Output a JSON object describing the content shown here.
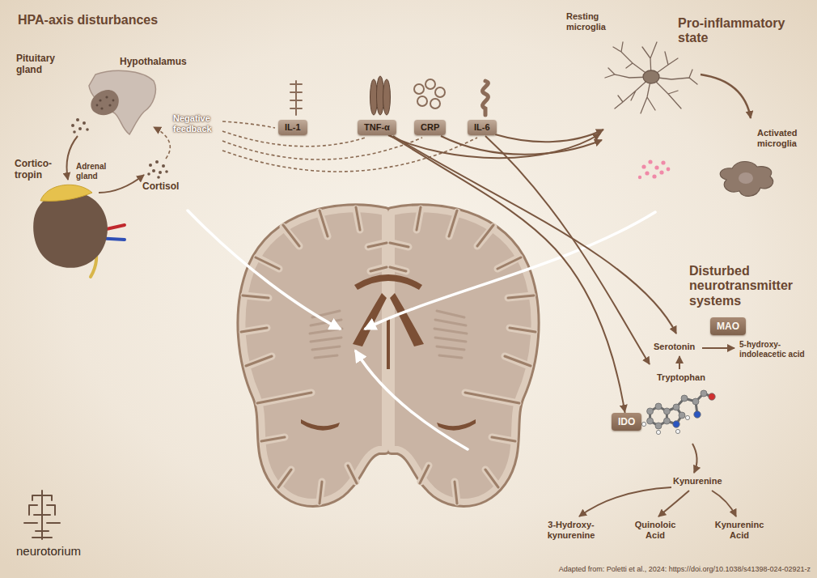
{
  "diagram": {
    "nodes": [
      {
        "text": [
          "IL-1"
        ]
      },
      {
        "text": [
          "TNF-α"
        ]
      },
      {
        "text": [
          "CRP"
        ]
      },
      {
        "text": [
          "IL-6"
        ]
      },
      {
        "text": [
          "MAO"
        ]
      },
      {
        "text": [
          "IDO"
        ]
      }
    ],
    "edges": [
      {
        "from": 1,
        "to": 5,
        "arrow": "to"
      }
    ],
    "labels": [
      "HPA-axis disturbances",
      "Pituitary gland",
      "Hypothalamus",
      "Negative feedback",
      "Cortico-tropin",
      "Adrenal gland",
      "Cortisol",
      "Pro-inflammatory state",
      "Resting microglia",
      "Activated microglia",
      "Disturbed neurotransmitter systems",
      "Serotonin",
      "5-hydroxy-indoleacetic acid",
      "Tryptophan",
      "Kynurenine",
      "3-Hydroxy-kynurenine",
      "Quinoloic Acid",
      "Kynureninc Acid",
      "neurotorium",
      "Adapted from: Poletti et al., 2024: https://doi.org/10.1038/s41398-024-02921-z"
    ]
  }
}
